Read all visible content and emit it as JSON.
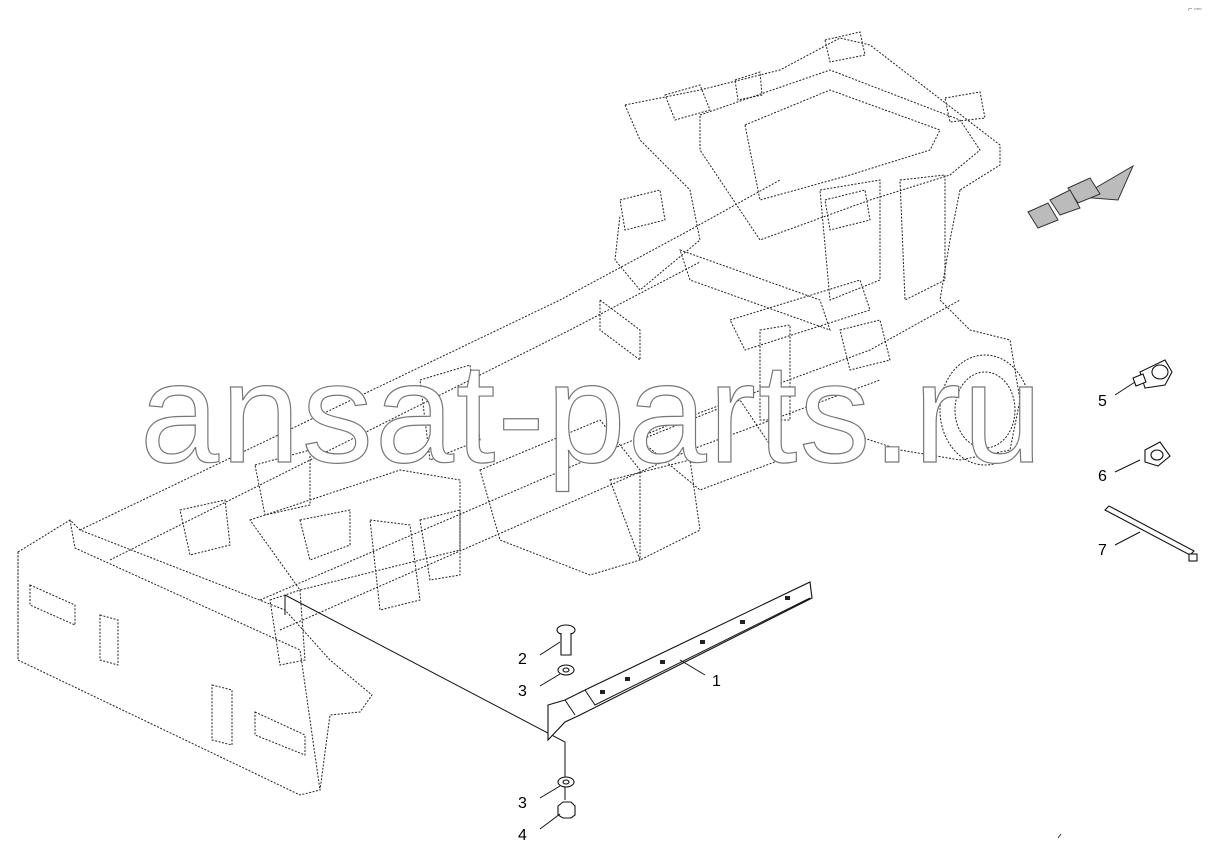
{
  "watermark": "ansat-parts.ru",
  "corner_mark": "⌐ ▫▫▫",
  "callouts": [
    {
      "id": "c1",
      "label": "1"
    },
    {
      "id": "c2",
      "label": "2"
    },
    {
      "id": "c3a",
      "label": "3"
    },
    {
      "id": "c3b",
      "label": "3"
    },
    {
      "id": "c4",
      "label": "4"
    },
    {
      "id": "c5",
      "label": "5"
    },
    {
      "id": "c6",
      "label": "6"
    },
    {
      "id": "c7",
      "label": "7"
    }
  ],
  "icons": {
    "direction": "front-direction-arrow-icon",
    "clip5": "hose-clamp-icon",
    "clip6": "cable-clip-icon",
    "tie7": "cable-tie-icon"
  }
}
